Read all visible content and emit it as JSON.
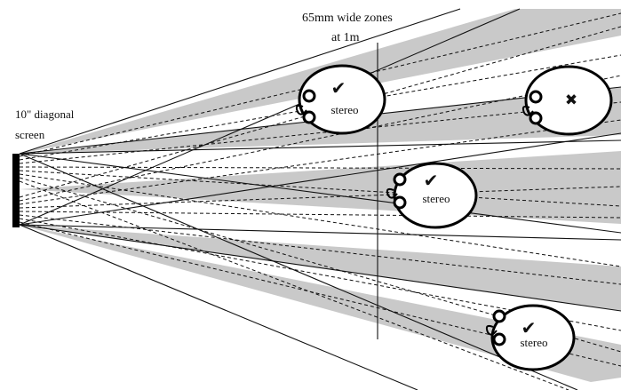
{
  "labels": {
    "screen": [
      "10\" diagonal",
      "screen"
    ],
    "zones": [
      "65mm wide zones",
      "at 1m"
    ]
  },
  "colors": {
    "zone_fill": "#c9c9c9",
    "line": "#111111",
    "screen": "#000000",
    "background": "#ffffff"
  },
  "viewers": [
    {
      "id": "top-left",
      "mark": "✔",
      "mark_icon": "check-icon",
      "label": "stereo"
    },
    {
      "id": "top-right",
      "mark": "✖",
      "mark_icon": "cross-icon",
      "label": ""
    },
    {
      "id": "middle",
      "mark": "✔",
      "mark_icon": "check-icon",
      "label": "stereo"
    },
    {
      "id": "bottom",
      "mark": "✔",
      "mark_icon": "check-icon",
      "label": "stereo"
    }
  ]
}
